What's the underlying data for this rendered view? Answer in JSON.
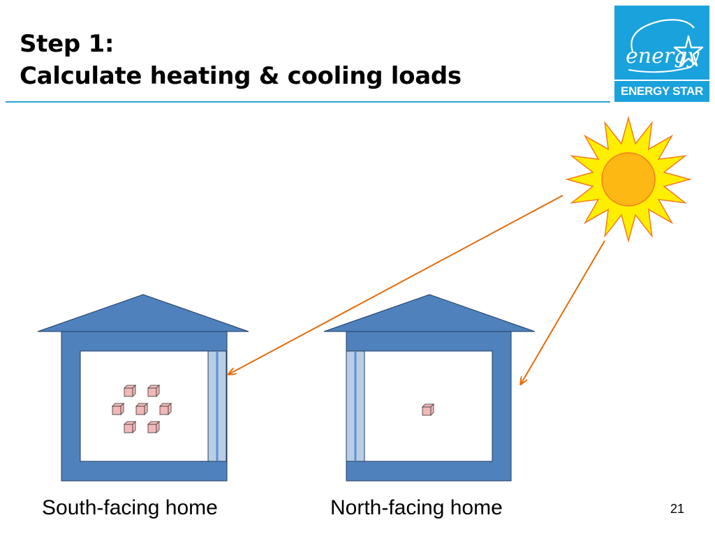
{
  "slide": {
    "title_line1": "Step 1:",
    "title_line2": "Calculate heating & cooling loads",
    "page_number": "21"
  },
  "logo": {
    "wordmark": "energy",
    "band_text": "ENERGY STAR",
    "color": "#1aa2dc"
  },
  "diagram": {
    "homes": [
      {
        "caption": "South-facing home",
        "window_side": "right",
        "heat_gain_units": 7
      },
      {
        "caption": "North-facing home",
        "window_side": "left",
        "heat_gain_units": 1
      }
    ],
    "colors": {
      "house": "#4f81bd",
      "window": "#b9cde5",
      "window_pane_line": "#5b8fd9",
      "sun_core": "#fdb813",
      "sun_rays": "#ffee00",
      "sun_outline": "#f47920",
      "arrow": "#e36c0a",
      "heat_unit": "#f2b8b8"
    }
  }
}
